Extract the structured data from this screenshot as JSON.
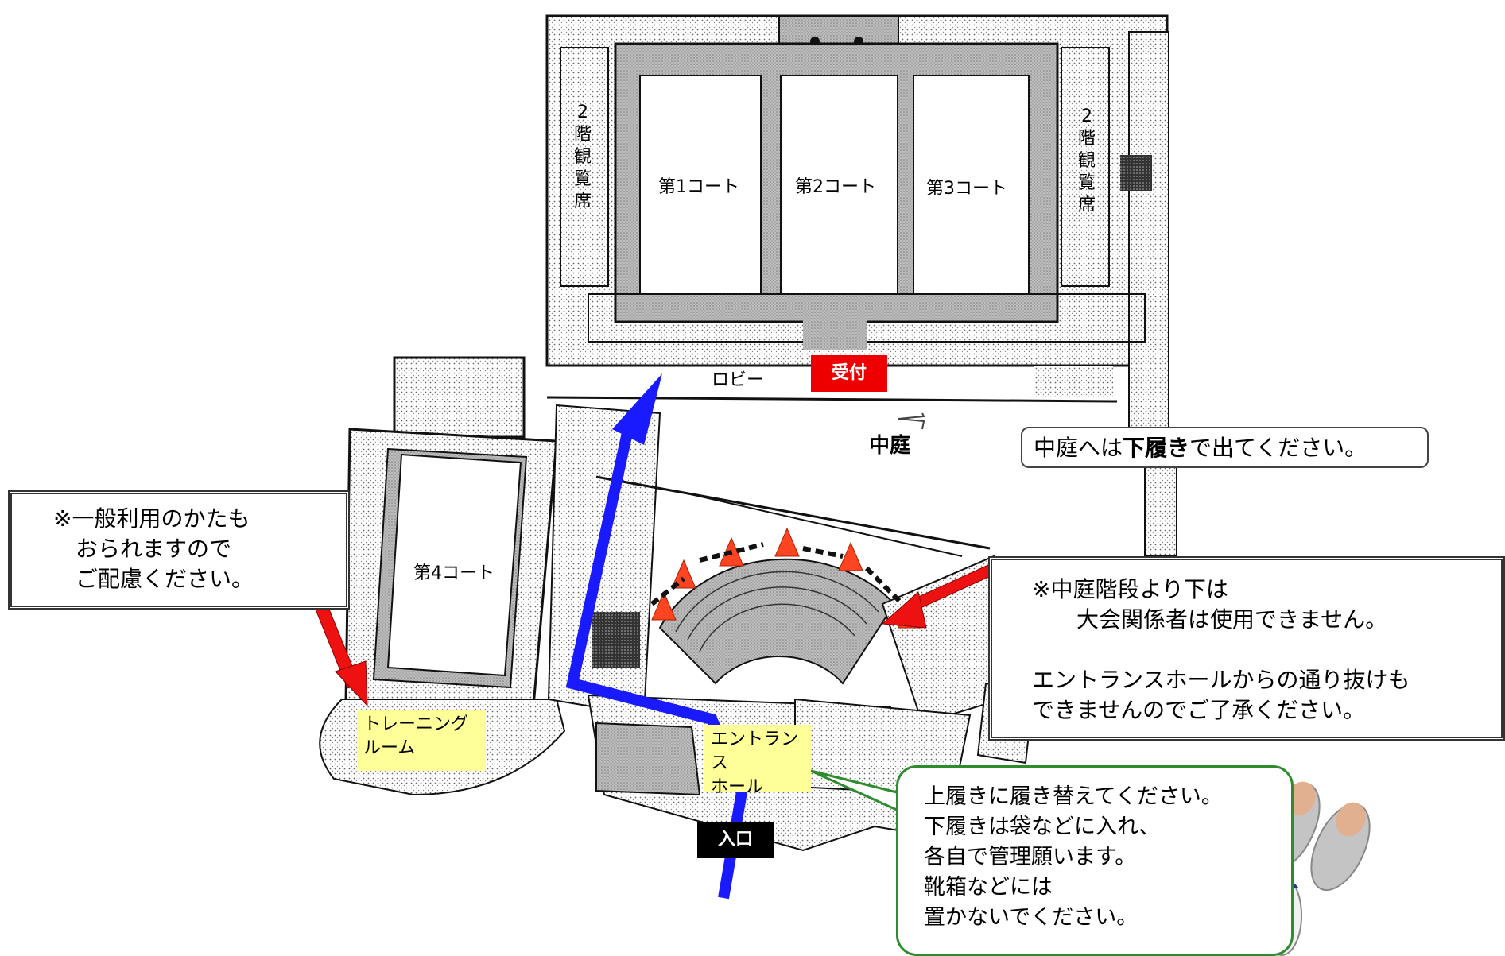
{
  "map": {
    "stands_left": "2\n階\n観\n覧\n席",
    "stands_right": "2\n階\n観\n覧\n席",
    "court1": "第1コート",
    "court2": "第2コート",
    "court3": "第3コート",
    "court4": "第4コート",
    "lobby": "ロビー",
    "reception": "受付",
    "courtyard": "中庭",
    "training_room": "トレーニング\nルーム",
    "entrance_hall": "エントランス\nホール",
    "entrance": "入口"
  },
  "notes": {
    "courtyard_shoes_prefix": "中庭へは",
    "courtyard_shoes_bold": "下履き",
    "courtyard_shoes_suffix": "で出てください。",
    "general_use": "※一般利用のかたも\n　おられますので\n　ご配慮ください。",
    "stairs_note": "※中庭階段より下は\n　　大会関係者は使用できません。\n\nエントランスホールからの通り抜けも\nできませんのでご了承ください。",
    "shoes_note": "上履きに履き替えてください。\n下履きは袋などに入れ、\n各自で管理願います。\n靴箱などには\n置かないでください。"
  },
  "colors": {
    "route_arrow": "#1a1aff",
    "pointer_arrow": "#ee1111",
    "reception_bg": "#ee0000",
    "entrance_bg": "#000000",
    "label_bg": "#ffff99",
    "note_border": "#2e8b2e",
    "cone": "#ff4422"
  }
}
